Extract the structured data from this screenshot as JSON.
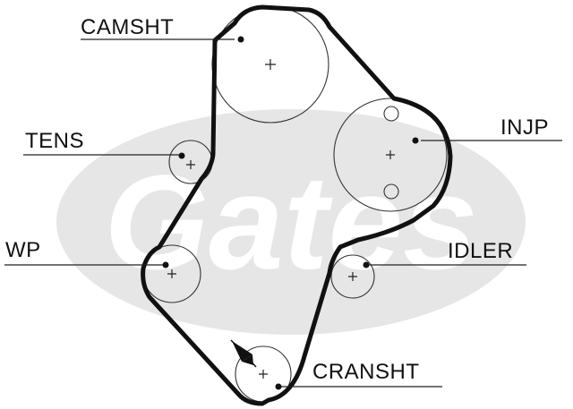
{
  "watermark": {
    "text": "Gates",
    "color": "#e6e6e6"
  },
  "labels": {
    "camshaft": "CAMSHT",
    "tensioner": "TENS",
    "injection_pump": "INJP",
    "water_pump": "WP",
    "idler": "IDLER",
    "crankshaft": "CRANSHT"
  },
  "colors": {
    "belt": "#111111",
    "line": "#222222",
    "watermark": "#e6e6e6"
  }
}
